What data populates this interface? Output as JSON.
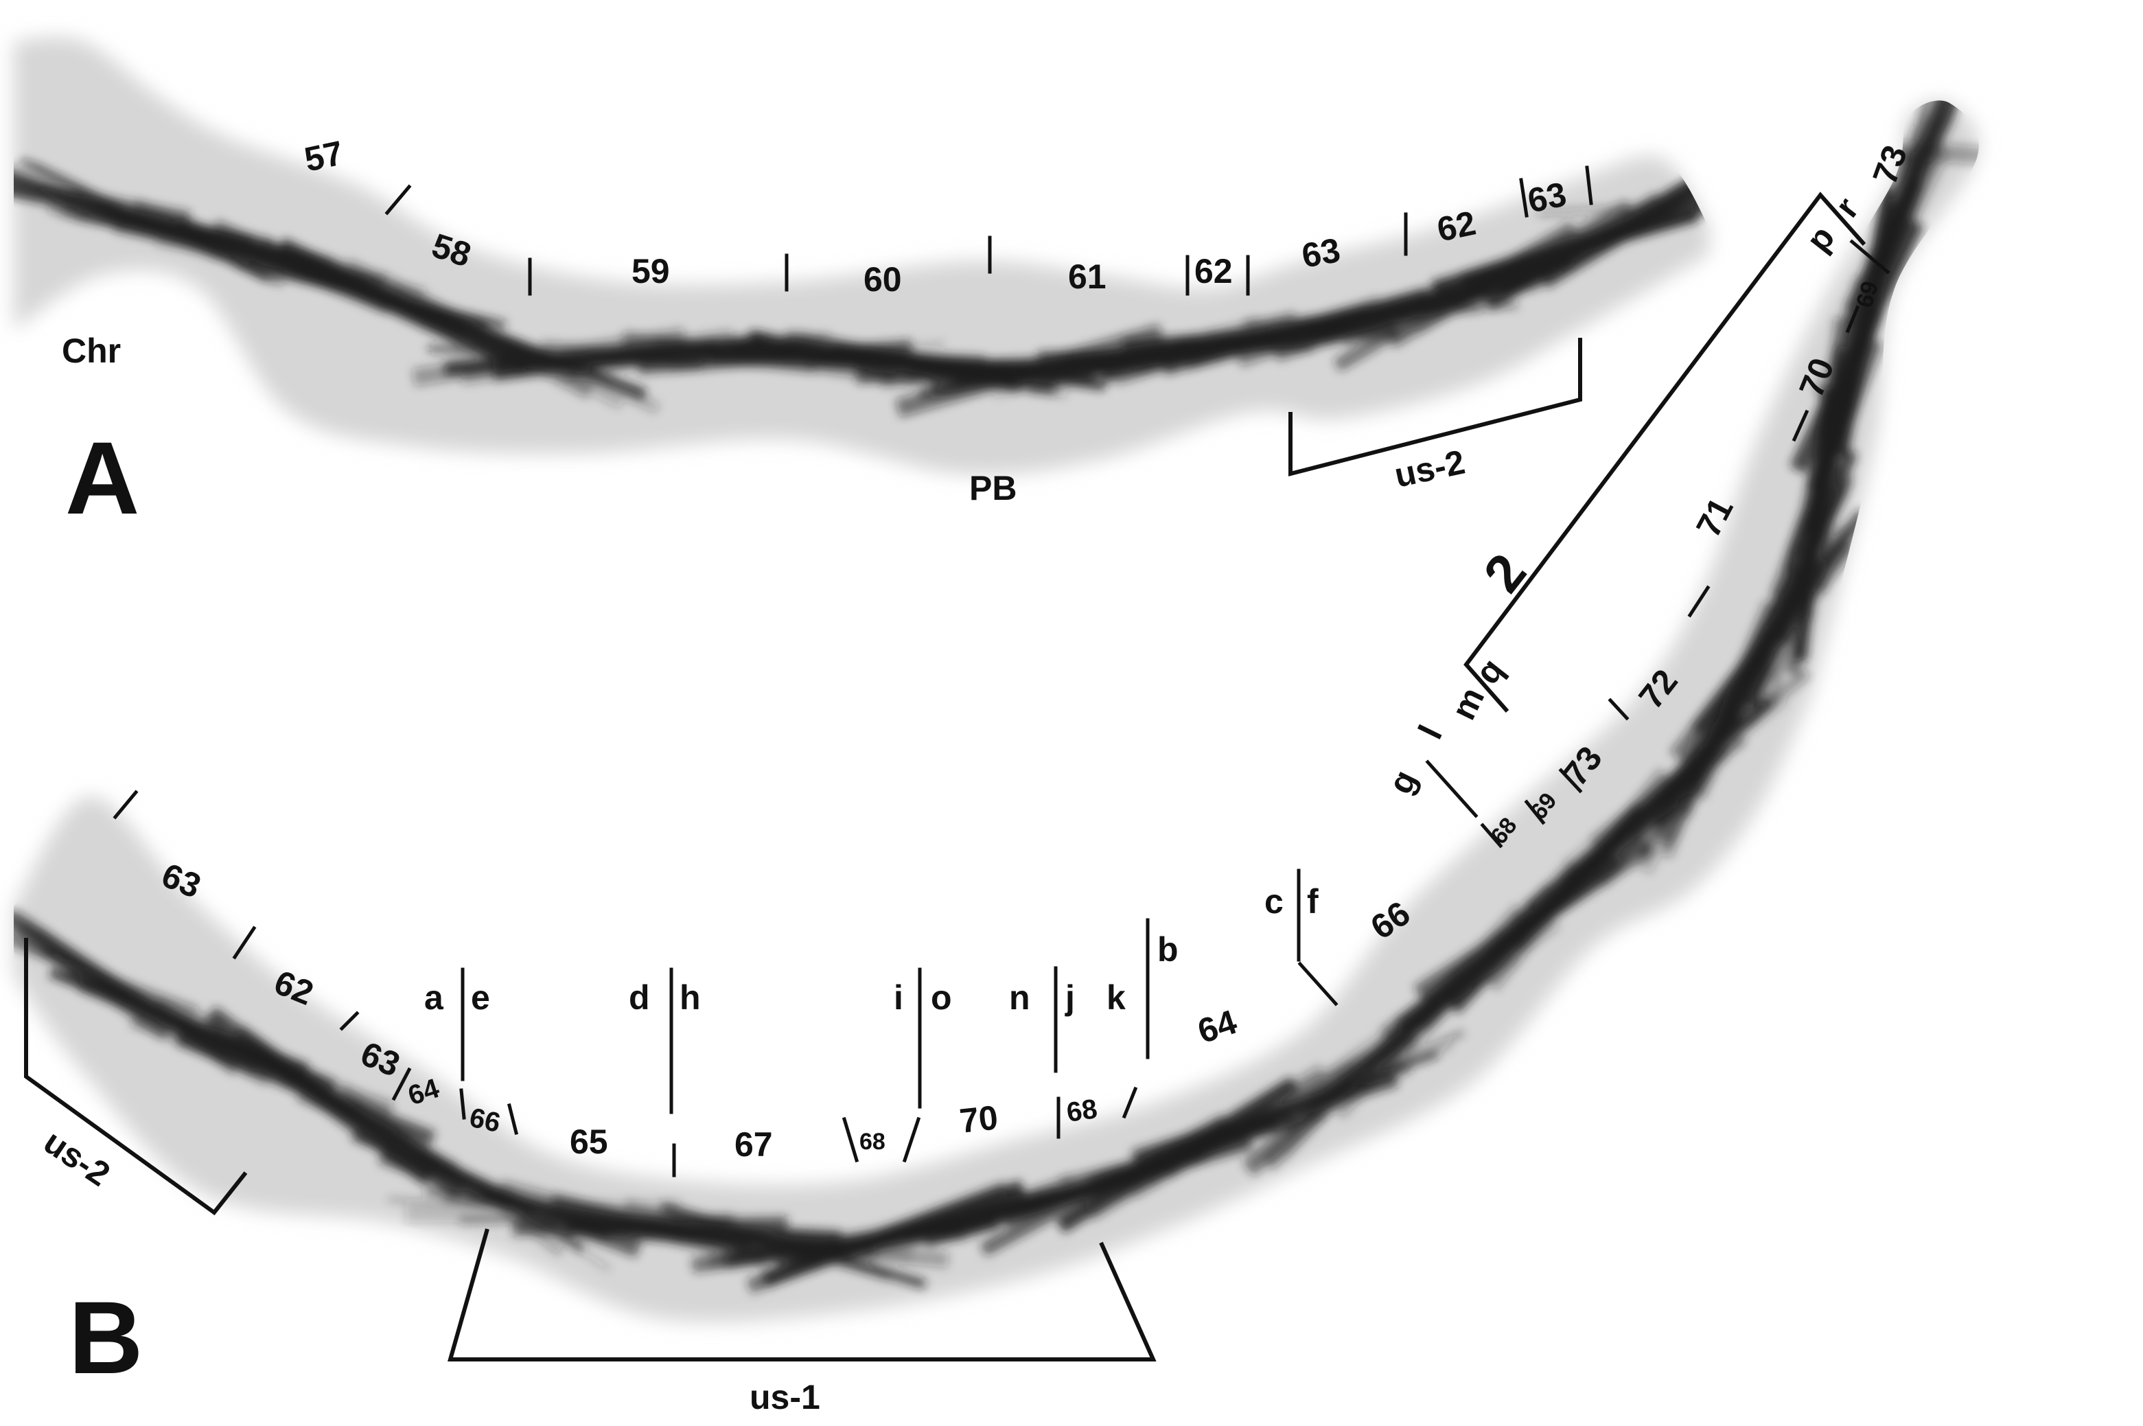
{
  "panels": {
    "a": "A",
    "b": "B"
  },
  "labels_a": {
    "chr": "Chr",
    "pb": "PB",
    "us2": "us-2",
    "n57": "57",
    "n58": "58",
    "n59": "59",
    "n60": "60",
    "n61": "61",
    "n62a": "62",
    "n63a": "63",
    "n62b": "62",
    "n63b": "63"
  },
  "labels_b": {
    "n63a": "63",
    "n62": "62",
    "n63b": "63",
    "n64a": "64",
    "n66a": "66",
    "n65": "65",
    "n67": "67",
    "n68a": "68",
    "n70a": "70",
    "n68b": "68",
    "n64b": "64",
    "n66b": "66",
    "n68c": "68",
    "n69a": "69",
    "n73a": "73",
    "n72": "72",
    "n71": "71",
    "n70b": "70",
    "n69b": "69",
    "n73b": "73",
    "us1": "us-1",
    "us2": "us-2",
    "two": "2",
    "la": "a",
    "le": "e",
    "ld": "d",
    "lh": "h",
    "li": "i",
    "lo": "o",
    "ln": "n",
    "lj": "j",
    "lk": "k",
    "lb": "b",
    "lc": "c",
    "lf": "f",
    "lg": "g",
    "ll": "l",
    "lm": "m",
    "lq": "q",
    "lp": "p",
    "lr": "r"
  },
  "colors": {
    "ink": "#111111",
    "band": "#1c1c1c",
    "chromosome": "#d9d9d9",
    "background": "#ffffff"
  }
}
